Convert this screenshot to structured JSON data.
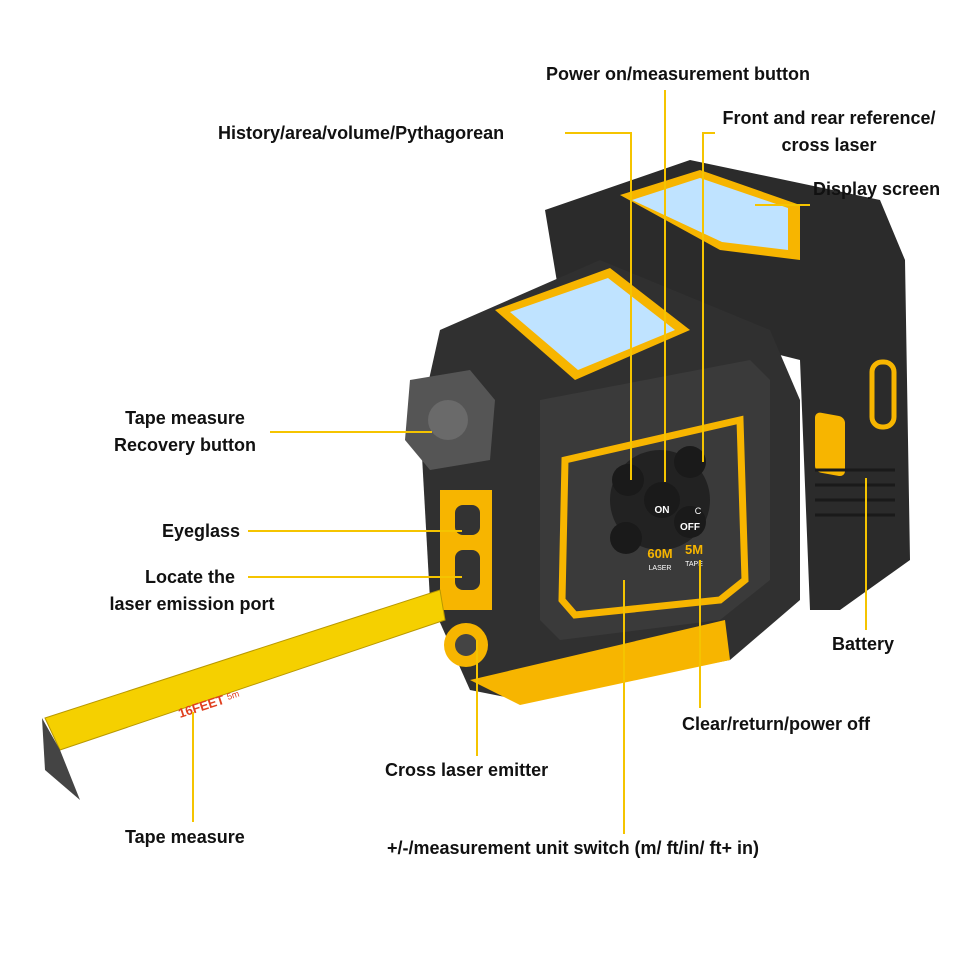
{
  "colors": {
    "leader": "#f5c400",
    "body": "#2a2a2a",
    "accent": "#f7b500",
    "screen": "#bfe3ff"
  },
  "callouts": {
    "power": "Power on/measurement button",
    "front_rear_1": "Front and rear reference/",
    "front_rear_2": "cross laser",
    "history": "History/area/volume/Pythagorean",
    "display": "Display screen",
    "recovery_1": "Tape measure",
    "recovery_2": "Recovery button",
    "eyeglass": "Eyeglass",
    "locate_1": "Locate the",
    "locate_2": "laser emission port",
    "battery": "Battery",
    "clear": "Clear/return/power off",
    "cross_emitter": "Cross laser emitter",
    "tape": "Tape measure",
    "unit_switch": "+/-/measurement unit switch (m/ ft/in/ ft+ in)"
  },
  "device": {
    "on": "ON",
    "off": "OFF",
    "c": "C",
    "laser_range": "60M",
    "laser": "LASER",
    "tape_range": "5M",
    "tape": "TAPE",
    "tape_mark": "16FEET",
    "tape_m": "5m"
  }
}
